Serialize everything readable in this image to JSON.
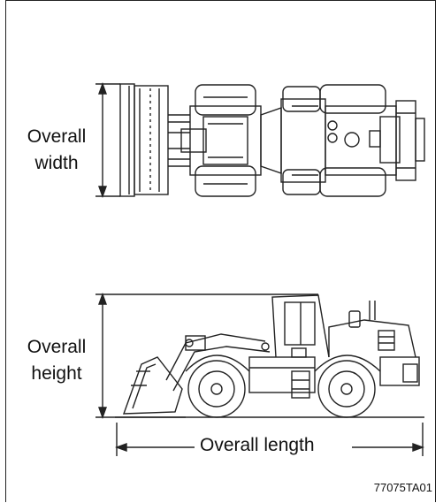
{
  "labels": {
    "overall_width_line1": "Overall",
    "overall_width_line2": "width",
    "overall_height_line1": "Overall",
    "overall_height_line2": "height",
    "overall_length": "Overall length"
  },
  "figure_ref": "77075TA01",
  "colors": {
    "line": "#222222",
    "background": "#ffffff"
  }
}
